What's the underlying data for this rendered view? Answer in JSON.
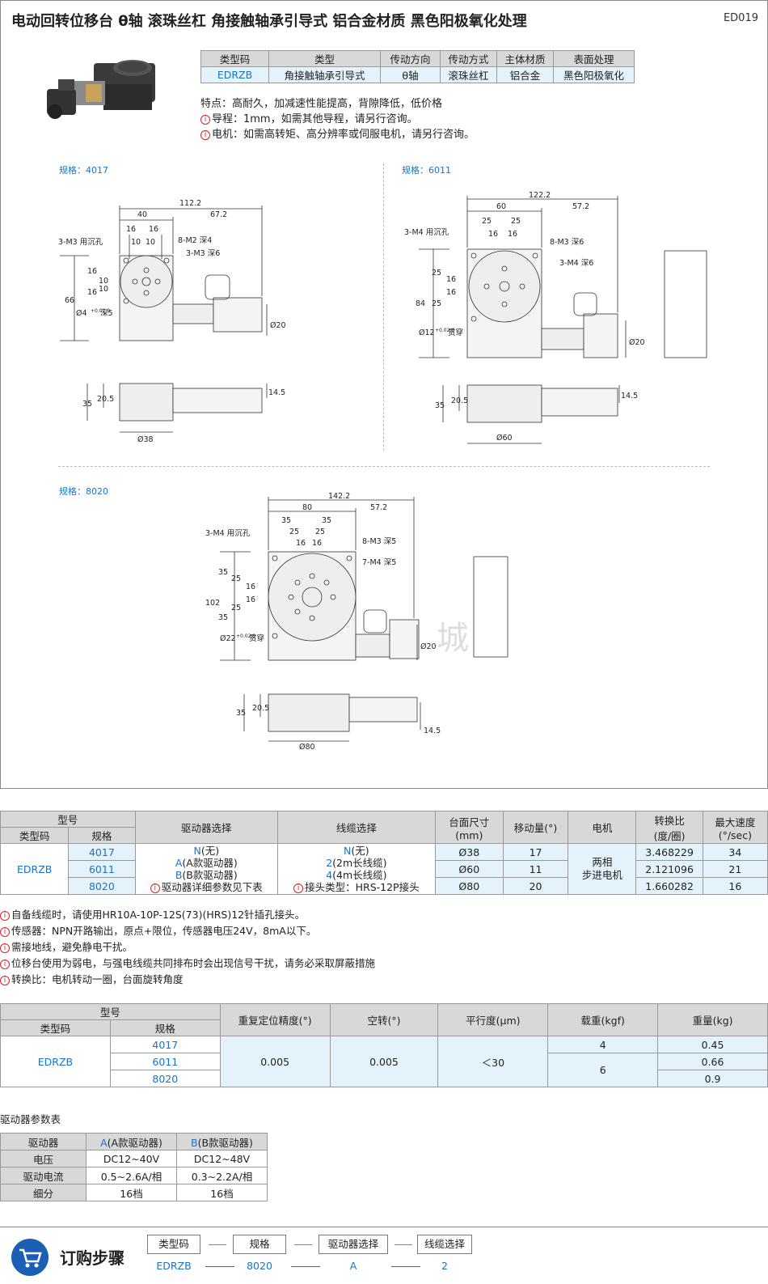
{
  "header": {
    "title": "电动回转位移台  θ轴  滚珠丝杠  角接触轴承引导式  铝合金材质  黑色阳极氧化处理",
    "doc_code": "ED019"
  },
  "summary_table": {
    "headers": [
      "类型码",
      "类型",
      "传动方向",
      "传动方式",
      "主体材质",
      "表面处理"
    ],
    "row": [
      "EDRZB",
      "角接触轴承引导式",
      "θ轴",
      "滚珠丝杠",
      "铝合金",
      "黑色阳极氧化"
    ]
  },
  "features": [
    "特点：高耐久，加减速性能提高，背隙降低，低价格",
    "导程：1mm，如需其他导程，请另行咨询。",
    "电机：如需高转矩、高分辨率或伺服电机，请另行咨询。"
  ],
  "drawings": {
    "spec_4017": {
      "label": "规格：4017",
      "dims": {
        "d112": "112.2",
        "d40": "40",
        "d67": "67.2",
        "d16a": "16",
        "d16b": "16",
        "d10a": "10",
        "d10b": "10",
        "hole1": "3-M3 用沉孔",
        "hole2": "8-M2 深4",
        "hole3": "3-M3 深6",
        "v16a": "16",
        "v10a": "10",
        "v16b": "16",
        "v10b": "10",
        "h66": "66",
        "phi": "Ø4",
        "tol": "+0.02 0",
        "depth": "深5",
        "shaft": "Ø20",
        "h35": "35",
        "h20": "20.5",
        "h14": "14.5",
        "base": "Ø38"
      }
    },
    "spec_6011": {
      "label": "规格：6011",
      "dims": {
        "d122": "122.2",
        "d60": "60",
        "d57": "57.2",
        "d25a": "25",
        "d25b": "25",
        "d16a": "16",
        "d16b": "16",
        "hole1": "3-M4 用沉孔",
        "hole2": "8-M3 深6",
        "hole3": "3-M4 深6",
        "v25a": "25",
        "v16a": "16",
        "v16b": "16",
        "v25b": "25",
        "h84": "84",
        "phi": "Ø12",
        "tol": "+0.02 0",
        "depth": "贯穿",
        "shaft": "Ø20",
        "h35": "35",
        "h20": "20.5",
        "h14": "14.5",
        "base": "Ø60"
      }
    },
    "spec_8020": {
      "label": "规格：8020",
      "dims": {
        "d142": "142.2",
        "d80": "80",
        "d57": "57.2",
        "d35a": "35",
        "d35b": "35",
        "d25a": "25",
        "d25b": "25",
        "d16a": "16",
        "d16b": "16",
        "hole1": "3-M4 用沉孔",
        "hole2": "8-M3 深5",
        "hole3": "7-M4 深5",
        "v35a": "35",
        "v25a": "25",
        "v16a": "16",
        "v16b": "16",
        "v25b": "25",
        "v35b": "35",
        "h102": "102",
        "phi": "Ø22",
        "tol": "+0.02 0",
        "depth": "贯穿",
        "shaft": "Ø20",
        "h35": "35",
        "h20": "20.5",
        "h14": "14.5",
        "base": "Ø80"
      }
    },
    "watermark": "城"
  },
  "model_table": {
    "group_header": "型号",
    "headers": [
      "类型码",
      "规格",
      "驱动器选择",
      "线缆选择",
      "台面尺寸\n(mm)",
      "移动量(°)",
      "电机",
      "转换比\n(度/圈)",
      "最大速度\n(°/sec)"
    ],
    "type_code": "EDRZB",
    "specs": [
      "4017",
      "6011",
      "8020"
    ],
    "driver_options": [
      {
        "code": "N",
        "text": "(无)"
      },
      {
        "code": "A",
        "text": "(A款驱动器)"
      },
      {
        "code": "B",
        "text": "(B款驱动器)"
      }
    ],
    "driver_note": "驱动器详细参数见下表",
    "cable_options": [
      {
        "code": "N",
        "text": "(无)"
      },
      {
        "code": "2",
        "text": "(2m长线缆)"
      },
      {
        "code": "4",
        "text": "(4m长线缆)"
      }
    ],
    "cable_note": "接头类型：HRS-12P接头",
    "table_sizes": [
      "Ø38",
      "Ø60",
      "Ø80"
    ],
    "travel": [
      "17",
      "11",
      "20"
    ],
    "motor": "两相\n步进电机",
    "ratio": [
      "3.468229",
      "2.121096",
      "1.660282"
    ],
    "max_speed": [
      "34",
      "21",
      "16"
    ]
  },
  "notes": [
    "自备线缆时，请使用HR10A-10P-12S(73)(HRS)12针插孔接头。",
    "传感器：NPN开路输出，原点+限位，传感器电压24V，8mA以下。",
    "需接地线，避免静电干扰。",
    "位移台使用为弱电，与强电线缆共同排布时会出现信号干扰，请务必采取屏蔽措施",
    "转换比：电机转动一圈，台面旋转角度"
  ],
  "perf_table": {
    "group_header": "型号",
    "headers": [
      "类型码",
      "规格",
      "重复定位精度(°)",
      "空转(°)",
      "平行度(μm)",
      "载重(kgf)",
      "重量(kg)"
    ],
    "type_code": "EDRZB",
    "specs": [
      "4017",
      "6011",
      "8020"
    ],
    "repeatability": "0.005",
    "backlash": "0.005",
    "parallelism": "＜30",
    "load": [
      "4",
      "6"
    ],
    "weight": [
      "0.45",
      "0.66",
      "0.9"
    ]
  },
  "driver_table": {
    "title": "驱动器参数表",
    "header": "驱动器",
    "col_a_code": "A",
    "col_a": "(A款驱动器)",
    "col_b_code": "B",
    "col_b": "(B款驱动器)",
    "rows": [
      {
        "label": "电压",
        "a": "DC12~40V",
        "b": "DC12~48V"
      },
      {
        "label": "驱动电流",
        "a": "0.5~2.6A/相",
        "b": "0.3~2.2A/相"
      },
      {
        "label": "细分",
        "a": "16档",
        "b": "16档"
      }
    ]
  },
  "order": {
    "title": "订购步骤",
    "steps": [
      "类型码",
      "规格",
      "驱动器选择",
      "线缆选择"
    ],
    "values": [
      "EDRZB",
      "8020",
      "A",
      "2"
    ]
  },
  "colors": {
    "accent": "#1a73c9",
    "header_bg": "#d8d8d8",
    "cell_bg": "#e3f2fb",
    "info_red": "#d22222",
    "cart_blue": "#1a5fb4"
  }
}
